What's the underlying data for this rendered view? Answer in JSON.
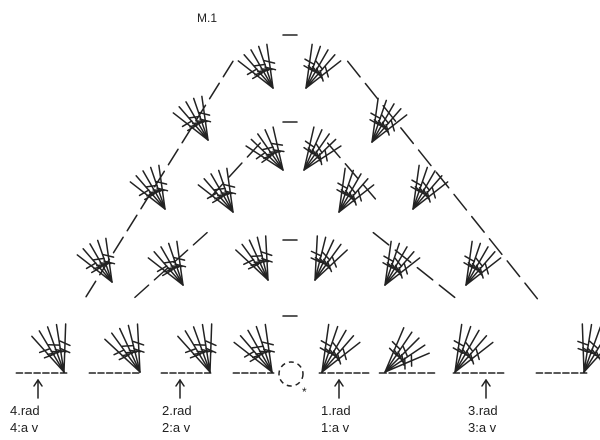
{
  "title": "M.1",
  "start_mark": "*",
  "row_labels": [
    {
      "row": "4.rad",
      "round": "4:a v"
    },
    {
      "row": "2.rad",
      "round": "2:a v"
    },
    {
      "row": "1.rad",
      "round": "1:a v"
    },
    {
      "row": "3.rad",
      "round": "3:a v"
    }
  ],
  "colors": {
    "ink": "#222222",
    "background": "#ffffff"
  }
}
